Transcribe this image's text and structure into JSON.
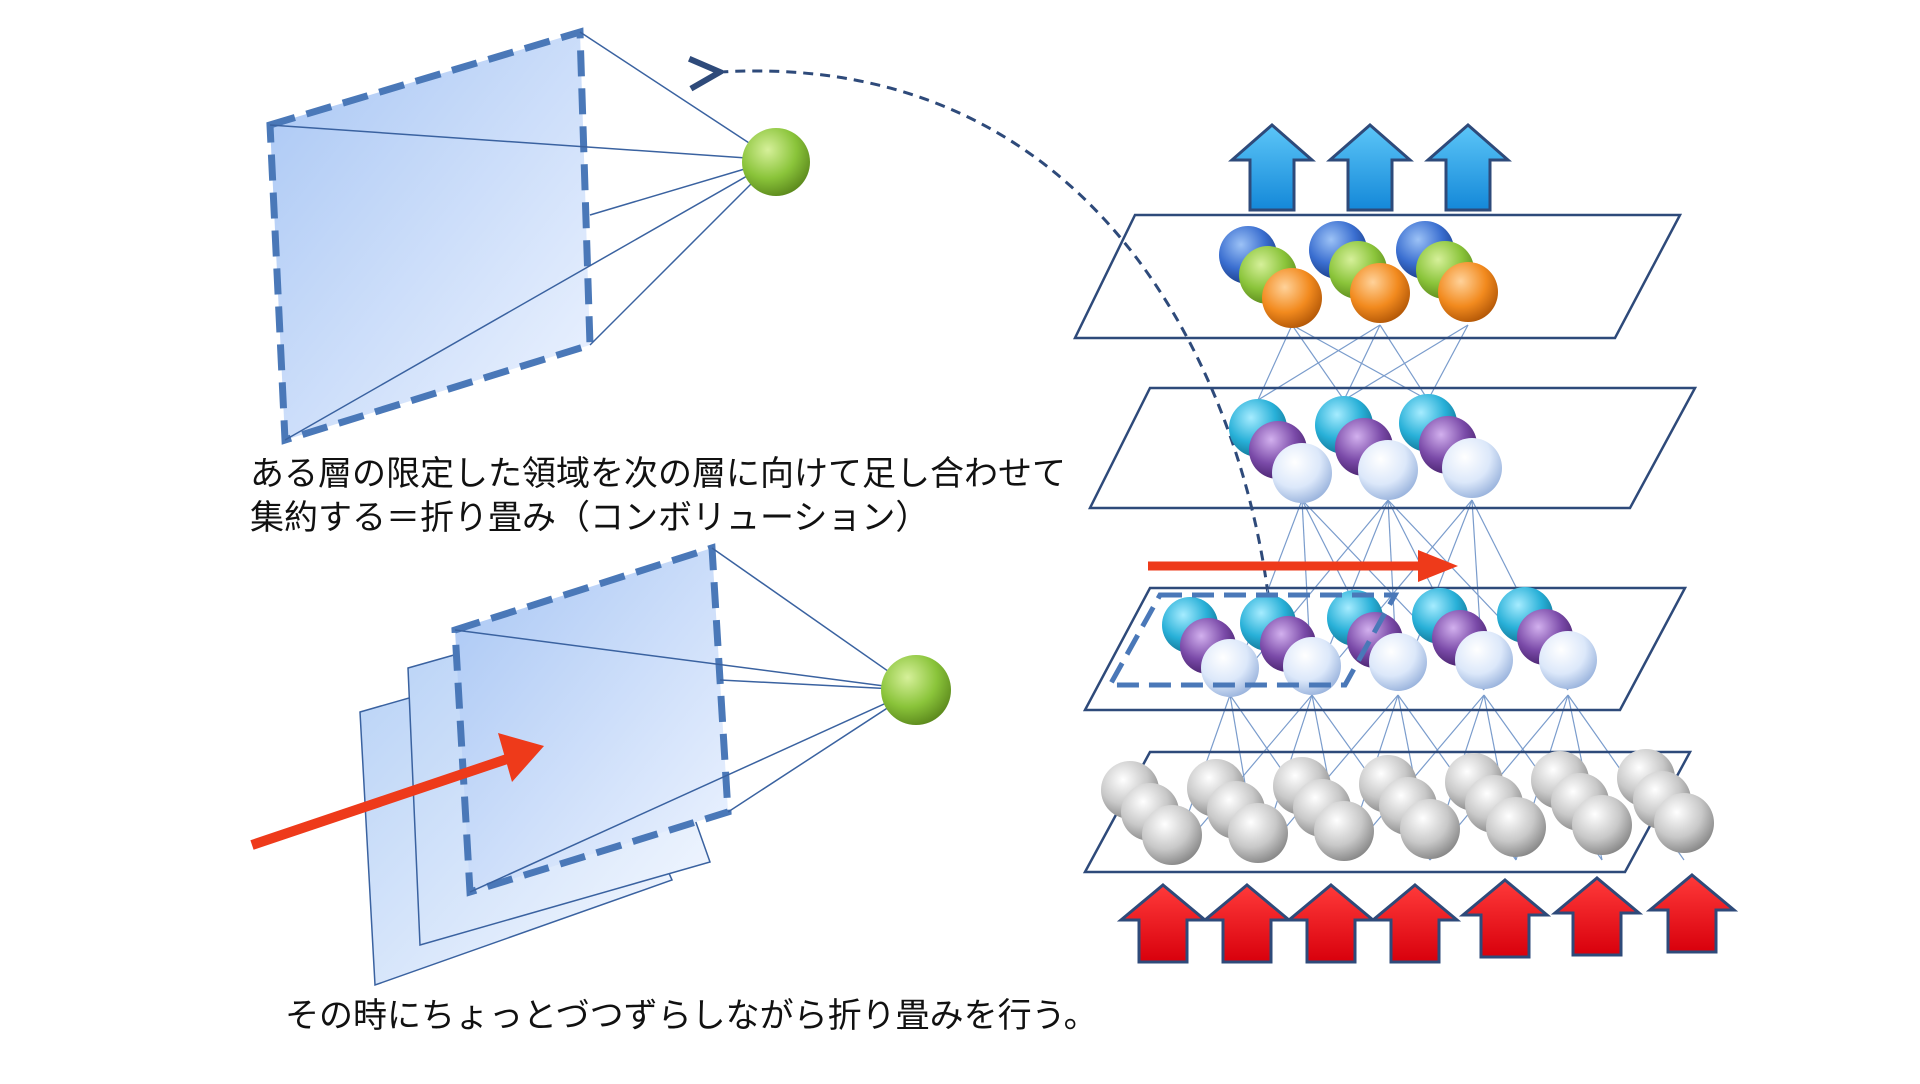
{
  "captions": {
    "top_line1": "ある層の限定した領域を次の層に向けて足し合わせて",
    "top_line2": "集約する＝折り畳み（コンボリューション）",
    "bottom": "その時にちょっとづつずらしながら折り畳みを行う。"
  },
  "colors": {
    "background": "#ffffff",
    "plane_stroke": "#2e4a7a",
    "dashed_frame": "#4a78b8",
    "panel_fill_top": "#a8c6f4",
    "panel_fill_bottom": "#eef4ff",
    "neuron_green": "#8ac43a",
    "output_arrow": "#1ea0e8",
    "input_arrow": "#e8101a",
    "direction_arrow": "#ee3a1a",
    "layer_top": [
      "#3a6ed0",
      "#8ac43a",
      "#f28a1e"
    ],
    "layer_middle": [
      "#28b0d8",
      "#7a4aa8",
      "#dce8fa"
    ],
    "layer_input": [
      "#c8c8c8"
    ]
  },
  "icons": {
    "neuron": "sphere-icon",
    "arrow_up": "arrow-up-icon",
    "arrow_right": "arrow-right-icon"
  },
  "network": {
    "layer_count": 4,
    "output_arrows": 3,
    "input_arrows": 7
  }
}
